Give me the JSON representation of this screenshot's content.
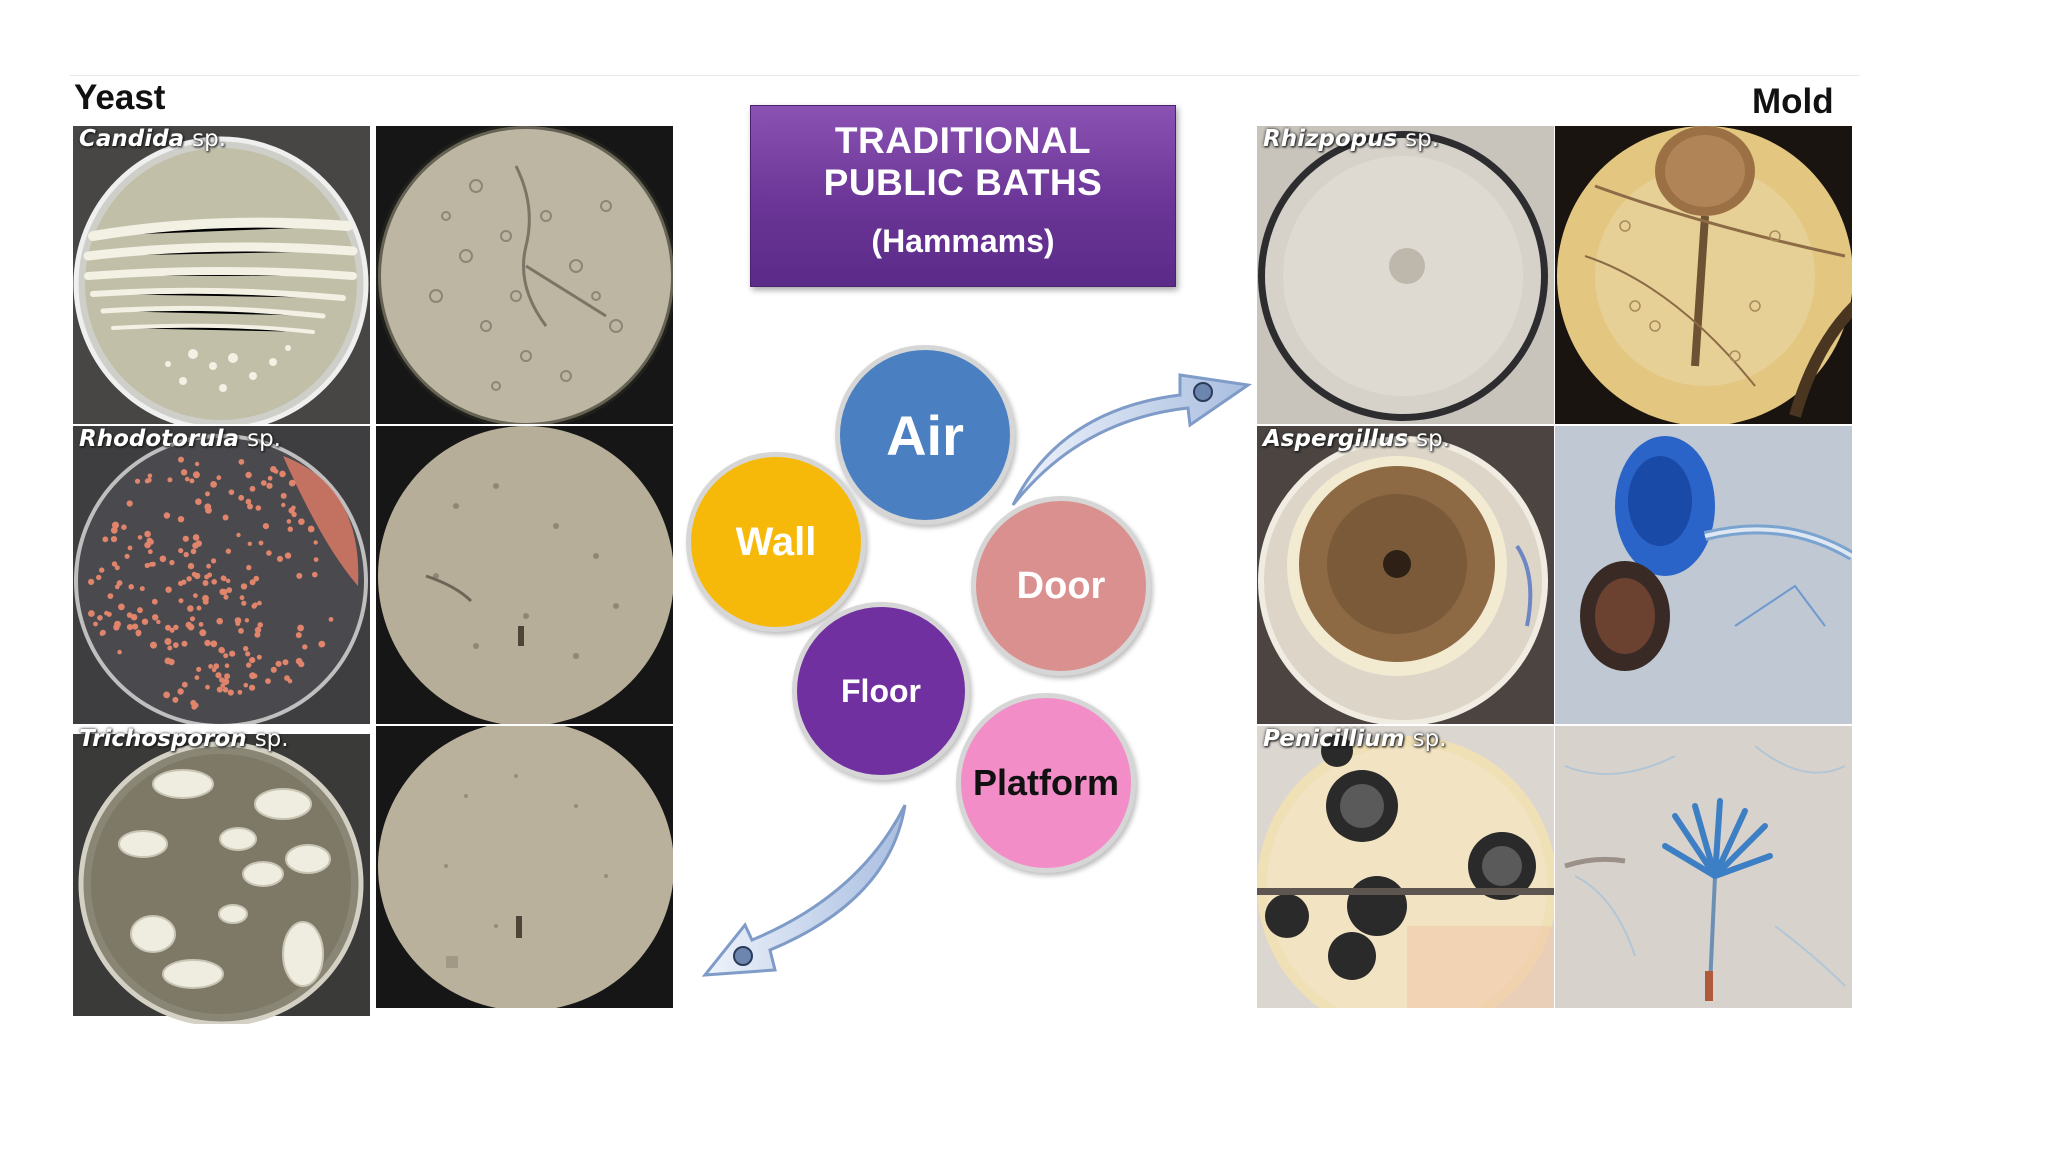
{
  "yeast_label": "Yeast",
  "mold_label": "Mold",
  "title": {
    "line1": "TRADITIONAL",
    "line2": "PUBLIC BATHS",
    "line3": "(Hammams)"
  },
  "sources": [
    {
      "label": "Air",
      "color": "#4a7fc1"
    },
    {
      "label": "Wall",
      "color": "#f6b90a"
    },
    {
      "label": "Door",
      "color": "#d9908f"
    },
    {
      "label": "Floor",
      "color": "#7030a0"
    },
    {
      "label": "Platform",
      "color": "#f28dc8"
    }
  ],
  "yeasts": [
    {
      "genus": "Candida",
      "suffix": "sp."
    },
    {
      "genus": "Rhodotorula",
      "suffix": "sp."
    },
    {
      "genus": "Trichosporon",
      "suffix": "sp."
    }
  ],
  "molds": [
    {
      "genus": "Rhizpopus",
      "suffix": "sp."
    },
    {
      "genus": "Aspergillus",
      "suffix": "sp."
    },
    {
      "genus": "Penicillium",
      "suffix": "sp."
    }
  ]
}
